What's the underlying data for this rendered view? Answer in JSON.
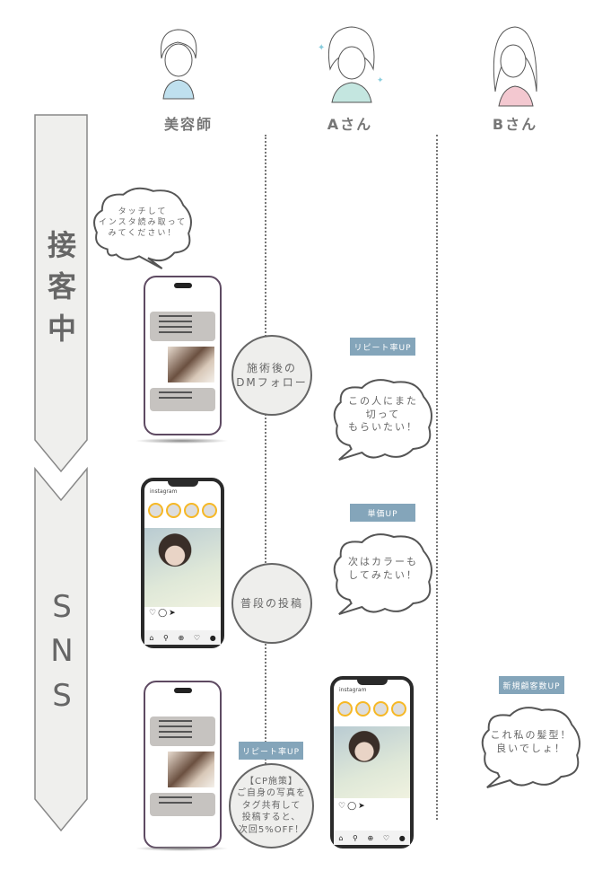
{
  "actors": [
    {
      "label": "美容師"
    },
    {
      "label": "Aさん"
    },
    {
      "label": "Bさん"
    }
  ],
  "phases": [
    {
      "label": "接客中"
    },
    {
      "label": "SNS"
    }
  ],
  "clouds": {
    "touch": "タッチして\nインスタ読み取って\nみてください！",
    "cut_again": "この人にまた\n切って\nもらいたい！",
    "color": "次はカラーも\nしてみたい！",
    "my_hair": "これ私の髪型！\n良いでしょ！"
  },
  "circles": {
    "dm": "施術後の\nDMフォロー",
    "post": "普段の投稿",
    "cp": "【CP施策】\nご自身の写真を\nタグ共有して\n投稿すると、\n次回5%OFF！"
  },
  "tags": {
    "repeat1": "リピート率UP",
    "price": "単価UP",
    "repeat2": "リピート率UP",
    "new": "新規顧客数UP"
  },
  "instagram": {
    "header": "instagram"
  },
  "colors": {
    "tag": "#84a5ba",
    "arrow": "#efefed",
    "phone_outline": "#5e4a62"
  }
}
